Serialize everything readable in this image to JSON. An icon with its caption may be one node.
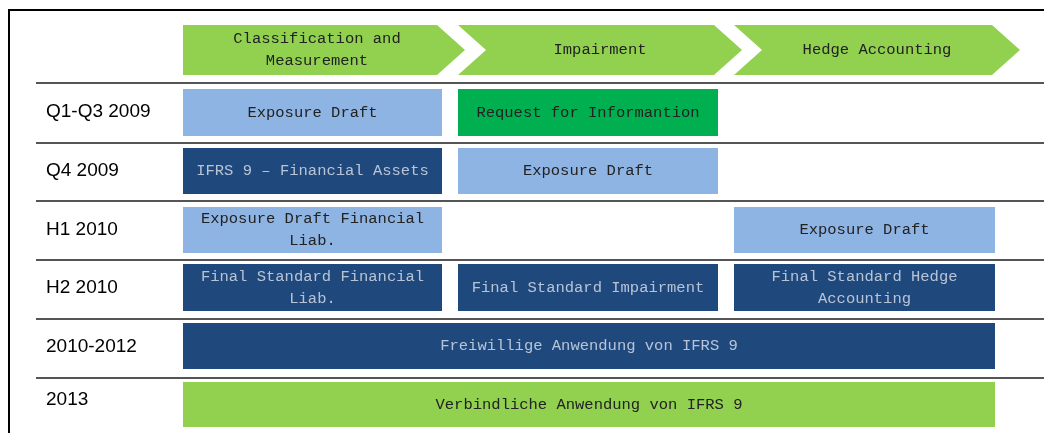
{
  "diagram": {
    "nodes": [
      {
        "text": [
          "Classification and Measurement"
        ]
      },
      {
        "text": [
          "Impairment"
        ]
      },
      {
        "text": [
          "Hedge Accounting"
        ]
      },
      {
        "text": [
          "Exposure Draft"
        ]
      },
      {
        "text": [
          "Request for Informantion"
        ]
      },
      {
        "text": [
          "IFRS 9 – Financial Assets"
        ]
      },
      {
        "text": [
          "Exposure Draft"
        ]
      },
      {
        "text": [
          "Exposure Draft Financial Liab."
        ]
      },
      {
        "text": [
          "Exposure Draft"
        ]
      },
      {
        "text": [
          "Final Standard Financial Liab."
        ]
      },
      {
        "text": [
          "Final Standard Impairment"
        ]
      },
      {
        "text": [
          "Final Standard Hedge Accounting"
        ]
      },
      {
        "text": [
          "Freiwillige Anwendung von IFRS 9"
        ]
      },
      {
        "text": [
          "Verbindliche Anwendung von IFRS 9"
        ]
      }
    ],
    "edges": [],
    "labels": [
      "Q1-Q3 2009",
      "Q4 2009",
      "H1 2010",
      "H2 2010",
      "2010-2012",
      "2013"
    ]
  }
}
